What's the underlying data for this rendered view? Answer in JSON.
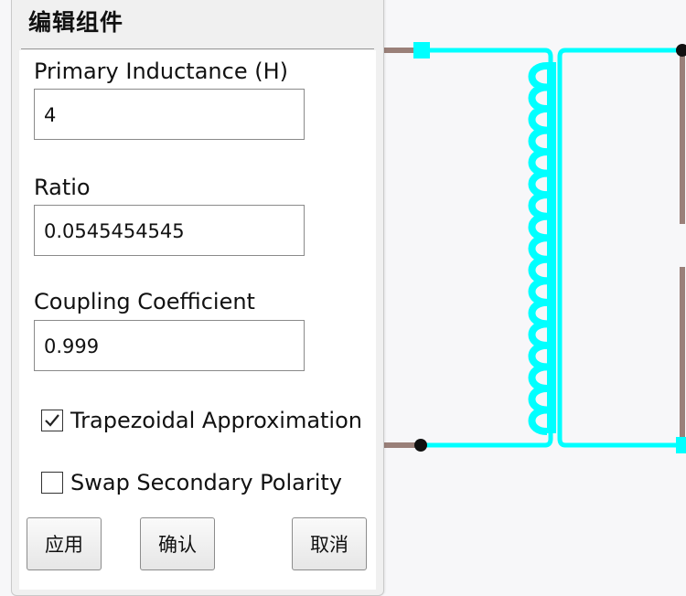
{
  "dialog": {
    "title": "编辑组件",
    "fields": [
      {
        "label": "Primary Inductance (H)",
        "value": "4"
      },
      {
        "label": "Ratio",
        "value": "0.0545454545"
      },
      {
        "label": "Coupling Coefficient",
        "value": "0.999"
      }
    ],
    "checkboxes": [
      {
        "label": "Trapezoidal Approximation",
        "checked": true
      },
      {
        "label": "Swap Secondary Polarity",
        "checked": false
      }
    ],
    "buttons": {
      "apply": "应用",
      "ok": "确认",
      "cancel": "取消"
    }
  },
  "circuit": {
    "component": "transformer",
    "highlight_color": "#00ffff",
    "wire_color": "#9a8079"
  }
}
